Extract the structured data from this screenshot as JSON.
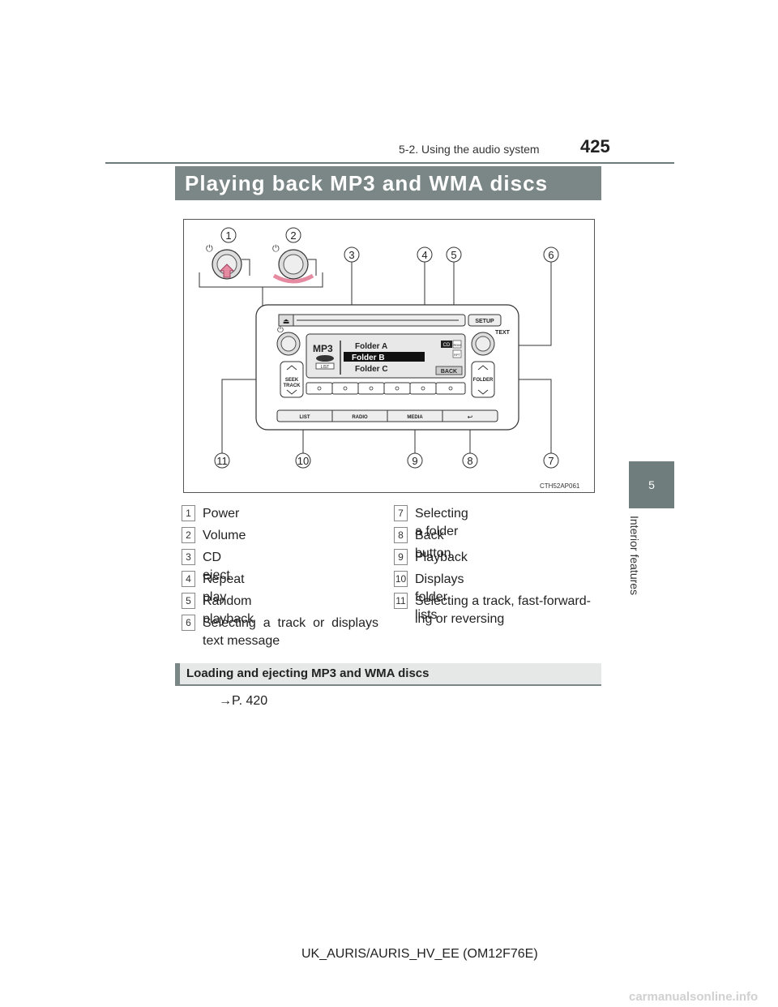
{
  "header": {
    "section": "5-2. Using the audio system",
    "page_number": "425"
  },
  "side_tab": {
    "chapter_number": "5",
    "chapter_title": "Interior features"
  },
  "title": "Playing back MP3 and WMA discs",
  "figure": {
    "code": "CTH52AP061",
    "callouts": [
      "1",
      "2",
      "3",
      "4",
      "5",
      "6",
      "7",
      "8",
      "9",
      "10",
      "11"
    ],
    "panel": {
      "setup": "SETUP",
      "text": "TEXT",
      "seek_track": [
        "SEEK",
        "TRACK"
      ],
      "folder": "FOLDER",
      "list": "LIST",
      "radio": "RADIO",
      "media": "MEDIA",
      "back": "BACK",
      "mp3": "MP3",
      "display_list": "LIST",
      "folders": [
        "Folder A",
        "Folder B",
        "Folder C"
      ],
      "cd": "CD",
      "rdm": "RDM",
      "rpt": "RPT"
    }
  },
  "legend_left": [
    {
      "num": "1",
      "text": "Power"
    },
    {
      "num": "2",
      "text": "Volume"
    },
    {
      "num": "3",
      "text": "CD eject"
    },
    {
      "num": "4",
      "text": "Repeat play"
    },
    {
      "num": "5",
      "text": "Random playback"
    },
    {
      "num": "6",
      "text_line1": "Selecting  a  track  or  displays",
      "text_line2": "text message"
    }
  ],
  "legend_right": [
    {
      "num": "7",
      "text": "Selecting a folder"
    },
    {
      "num": "8",
      "text": "Back button"
    },
    {
      "num": "9",
      "text": "Playback"
    },
    {
      "num": "10",
      "text": "Displays folder lists"
    },
    {
      "num": "11",
      "text_line1": "Selecting a track, fast-forward-",
      "text_line2": "ing or reversing"
    }
  ],
  "subsection": "Loading and ejecting MP3 and WMA discs",
  "reference": "→P. 420",
  "footer": {
    "code": "UK_AURIS/AURIS_HV_EE (OM12F76E)",
    "watermark": "carmanualsonline.info"
  }
}
